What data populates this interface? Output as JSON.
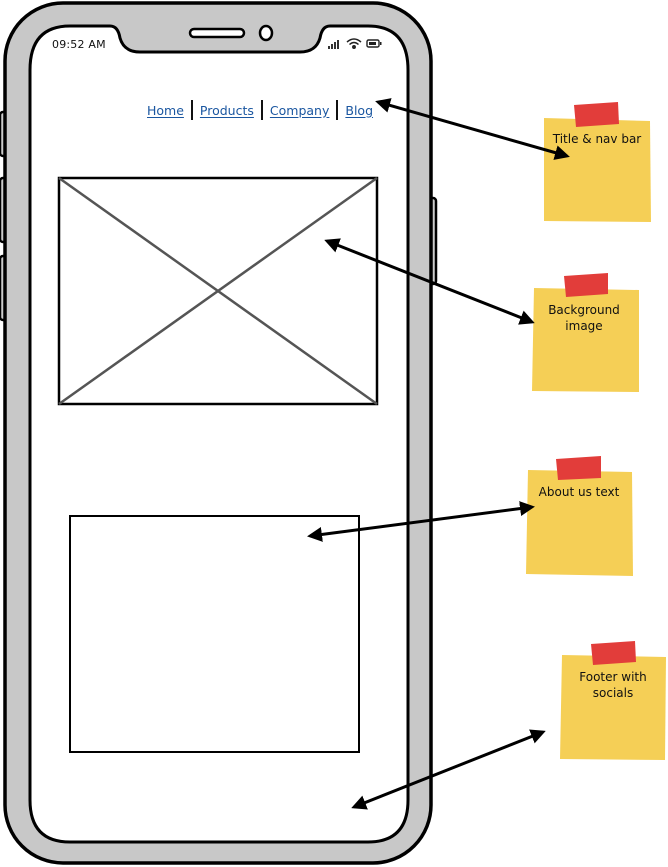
{
  "phone": {
    "status_time": "09:52 AM"
  },
  "nav": {
    "items": [
      {
        "label": "Home"
      },
      {
        "label": "Products"
      },
      {
        "label": "Company"
      },
      {
        "label": "Blog"
      }
    ]
  },
  "notes": [
    {
      "text": "Title & nav bar"
    },
    {
      "text": "Background image"
    },
    {
      "text": "About us text"
    },
    {
      "text": "Footer with socials"
    }
  ],
  "colors": {
    "phone_frame": "#c8c8c8",
    "note_yellow": "#f5cf56",
    "tape_red": "#e23d3a",
    "link_blue": "#1a56a0"
  }
}
